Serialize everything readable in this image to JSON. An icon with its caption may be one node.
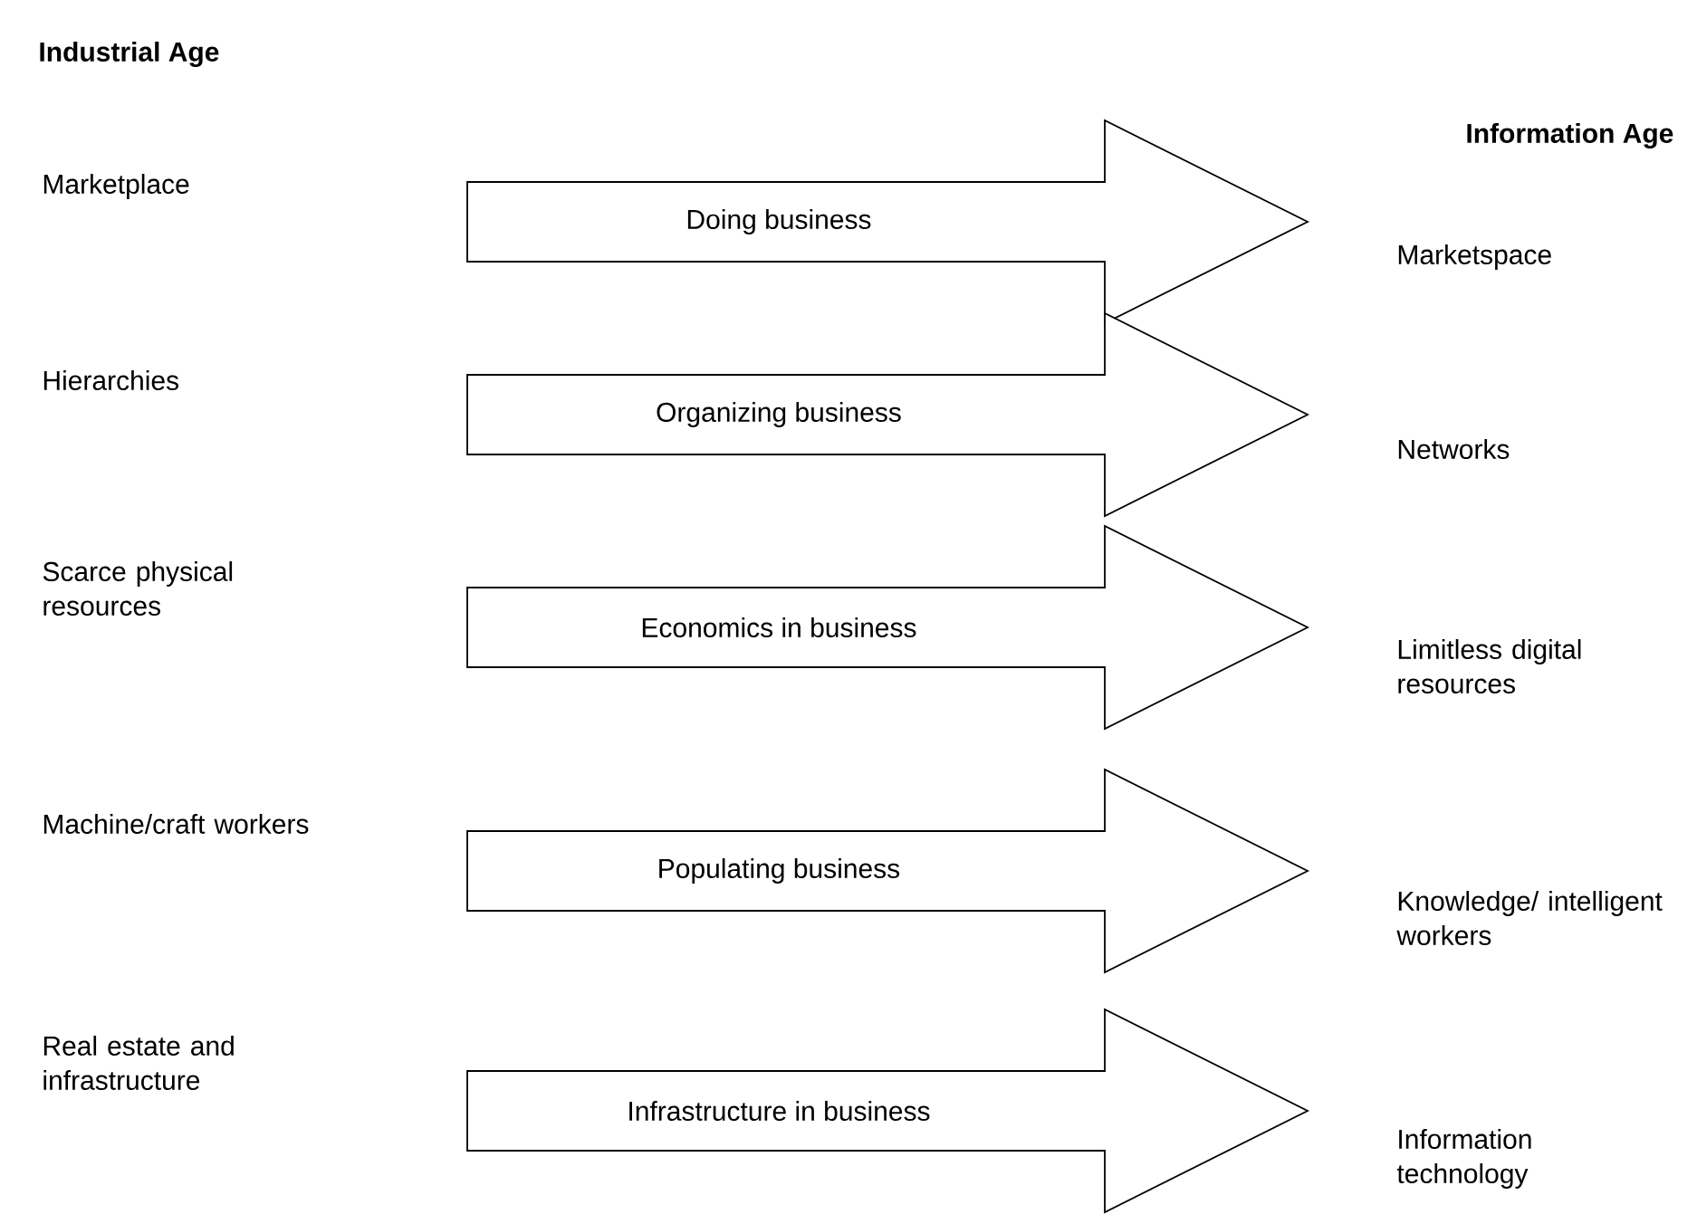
{
  "diagram": {
    "nodes": [
      {
        "text": [
          "Marketplace"
        ]
      },
      {
        "text": [
          "Hierarchies"
        ]
      },
      {
        "text": [
          "Scarce physical resources"
        ]
      },
      {
        "text": [
          "Machine/craft workers"
        ]
      },
      {
        "text": [
          "Real estate and infrastructure"
        ]
      },
      {
        "text": [
          "Marketspace"
        ]
      },
      {
        "text": [
          "Networks"
        ]
      },
      {
        "text": [
          "Limitless digital resources"
        ]
      },
      {
        "text": [
          "Knowledge/ intelligent workers"
        ]
      },
      {
        "text": [
          "Information technology"
        ]
      }
    ],
    "edges": [
      {
        "from": 0,
        "to": 5,
        "arrow": "to",
        "label": "Doing business"
      },
      {
        "from": 1,
        "to": 6,
        "arrow": "to",
        "label": "Organizing business"
      },
      {
        "from": 2,
        "to": 7,
        "arrow": "to",
        "label": "Economics in business"
      },
      {
        "from": 3,
        "to": 8,
        "arrow": "to",
        "label": "Populating business"
      },
      {
        "from": 4,
        "to": 9,
        "arrow": "to",
        "label": "Infrastructure in business"
      }
    ],
    "labels": [
      "Industrial Age",
      "Information Age"
    ]
  }
}
